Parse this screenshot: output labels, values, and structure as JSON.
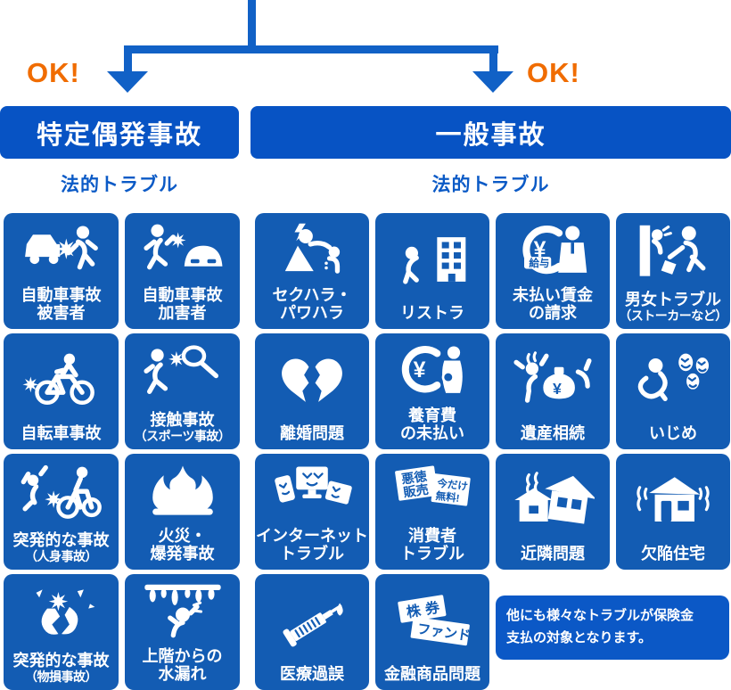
{
  "colors": {
    "line_blue": "#1161c6",
    "header_blue": "#0753c4",
    "tile_blue": "#135cb3",
    "note_blue": "#0b58c6",
    "label_blue": "#0b5ac6",
    "orange": "#f06c00"
  },
  "flow": {
    "ok_left": "OK!",
    "ok_right": "OK!"
  },
  "sections": {
    "left": {
      "header": "特定偶発事故",
      "subheader": "法的トラブル",
      "tiles": [
        {
          "icon": "car-accident-victim-icon",
          "lines": [
            "自動車事故",
            "被害者"
          ]
        },
        {
          "icon": "car-accident-offender-icon",
          "lines": [
            "自動車事故",
            "加害者"
          ]
        },
        {
          "icon": "bicycle-accident-icon",
          "lines": [
            "自転車事故"
          ]
        },
        {
          "icon": "sports-contact-icon",
          "lines": [
            "接触事故",
            "（スポーツ事故）"
          ]
        },
        {
          "icon": "bicycle-hit-icon",
          "lines": [
            "突発的な事故",
            "（人身事故）"
          ]
        },
        {
          "icon": "fire-icon",
          "lines": [
            "火災・",
            "爆発事故"
          ]
        },
        {
          "icon": "broken-object-icon",
          "lines": [
            "突発的な事故",
            "（物損事故）"
          ]
        },
        {
          "icon": "water-leak-icon",
          "lines": [
            "上階からの",
            "水漏れ"
          ]
        }
      ]
    },
    "right": {
      "header": "一般事故",
      "subheader": "法的トラブル",
      "tiles": [
        {
          "icon": "harassment-icon",
          "lines": [
            "セクハラ・",
            "パワハラ"
          ]
        },
        {
          "icon": "layoff-icon",
          "lines": [
            "リストラ"
          ]
        },
        {
          "icon": "unpaid-wages-icon",
          "lines": [
            "未払い賃金",
            "の請求"
          ],
          "icon_text": {
            "coin": "¥",
            "ribbon": "給与"
          }
        },
        {
          "icon": "stalker-icon",
          "lines": [
            "男女トラブル",
            "（ストーカーなど）"
          ]
        },
        {
          "icon": "broken-heart-icon",
          "lines": [
            "離婚問題"
          ]
        },
        {
          "icon": "child-support-icon",
          "lines": [
            "養育費",
            "の未払い"
          ],
          "icon_text": {
            "coin": "¥"
          }
        },
        {
          "icon": "inheritance-icon",
          "lines": [
            "遺産相続"
          ],
          "icon_text": {
            "bag": "¥"
          }
        },
        {
          "icon": "bullying-icon",
          "lines": [
            "いじめ"
          ]
        },
        {
          "icon": "internet-trouble-icon",
          "lines": [
            "インターネット",
            "トラブル"
          ]
        },
        {
          "icon": "consumer-trouble-icon",
          "lines": [
            "消費者",
            "トラブル"
          ],
          "icon_text": {
            "sign1": [
              "悪徳",
              "販売"
            ],
            "sign2": [
              "今だけ",
              "無料!"
            ]
          }
        },
        {
          "icon": "neighbor-trouble-icon",
          "lines": [
            "近隣問題"
          ]
        },
        {
          "icon": "defective-house-icon",
          "lines": [
            "欠陥住宅"
          ]
        },
        {
          "icon": "medical-error-icon",
          "lines": [
            "医療過誤"
          ]
        },
        {
          "icon": "financial-product-icon",
          "lines": [
            "金融商品問題"
          ],
          "icon_text": {
            "sign1": "株券",
            "sign2": "ファンド"
          }
        }
      ],
      "note_lines": [
        "他にも様々なトラブルが保険金",
        "支払の対象となります。"
      ]
    }
  }
}
